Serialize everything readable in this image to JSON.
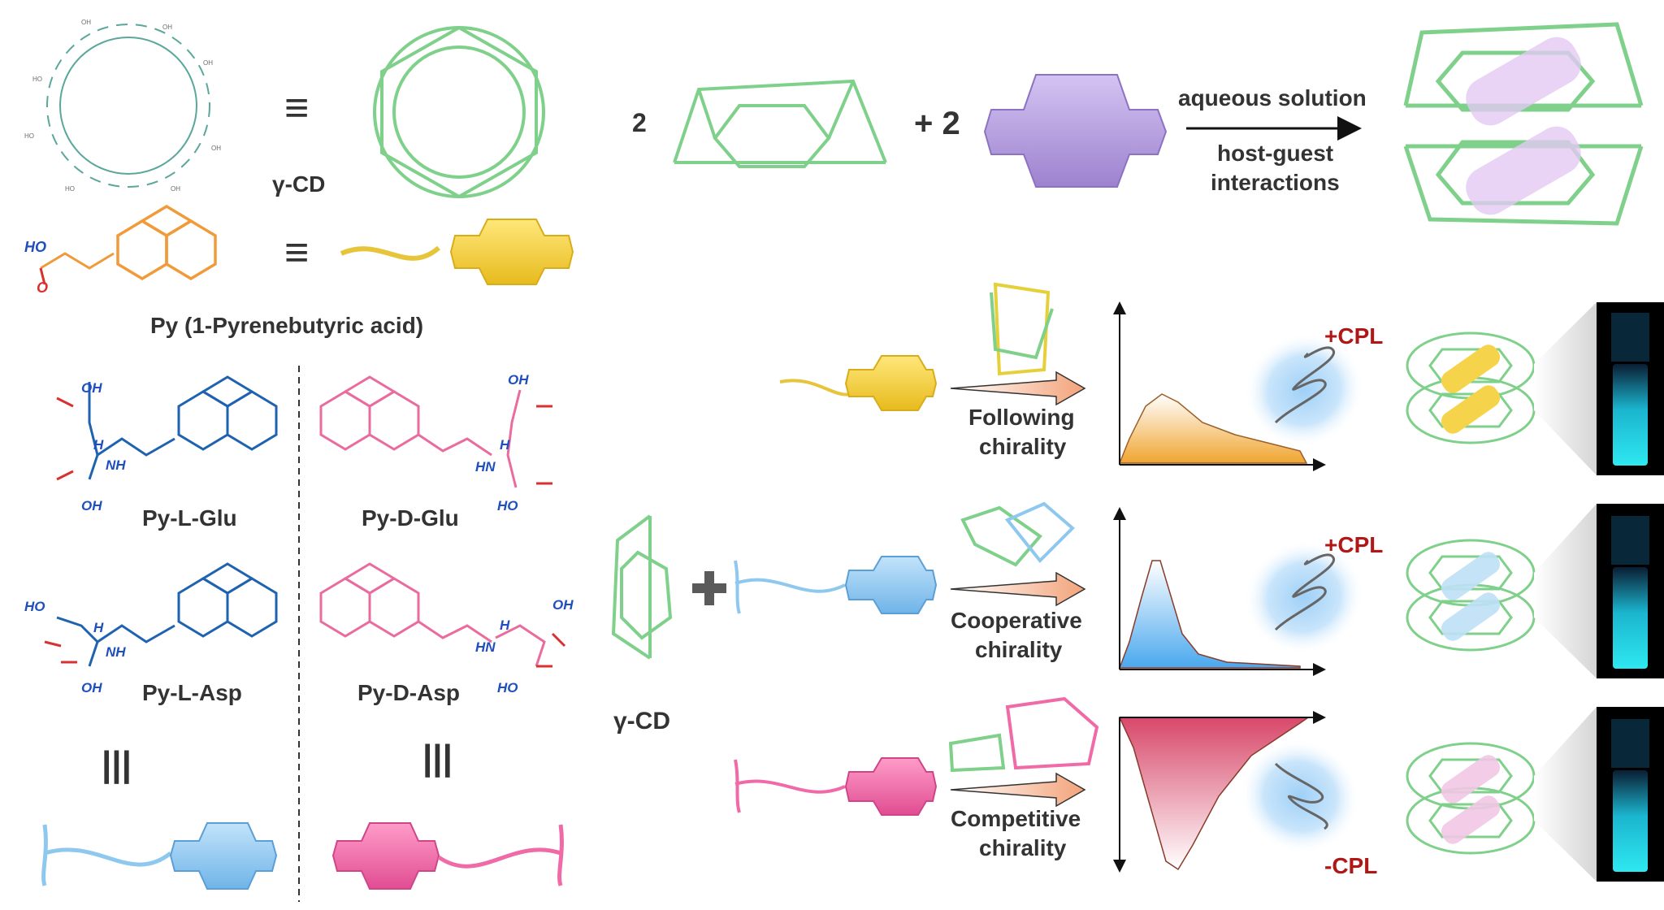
{
  "labels": {
    "equiv_symbol": "≡",
    "gamma_cd": "γ-CD",
    "py_full": "Py (1-Pyrenebutyric acid)",
    "py_l_glu": "Py-L-Glu",
    "py_d_glu": "Py-D-Glu",
    "py_l_asp": "Py-L-Asp",
    "py_d_asp": "Py-D-Asp",
    "triple_bar": "|||",
    "coef_left": "2",
    "plus_two": "+ 2",
    "aqueous": "aqueous solution",
    "host_guest_1": "host-guest",
    "host_guest_2": "interactions",
    "gamma_cd_center": "γ-CD",
    "following_1": "Following",
    "following_2": "chirality",
    "cooperative_1": "Cooperative",
    "cooperative_2": "chirality",
    "competitive_1": "Competitive",
    "competitive_2": "chirality",
    "plus_cpl_1": "+CPL",
    "plus_cpl_2": "+CPL",
    "minus_cpl": "-CPL"
  },
  "chem": {
    "ho": "HO",
    "oh": "OH",
    "o": "O",
    "h": "H",
    "nh": "NH",
    "hn": "HN"
  },
  "colors": {
    "cd_green": "#7fd08a",
    "purple": "#b89ee0",
    "yellow": "#f5d34a",
    "blue": "#8fc8ef",
    "pink": "#f06aa8",
    "orange": "#f19a3a",
    "pyrene_blue": "#1f63b0",
    "pyrene_pink": "#ea6b9e",
    "cpl_red": "#b01818",
    "vial_glow": "#2fe6e0"
  }
}
